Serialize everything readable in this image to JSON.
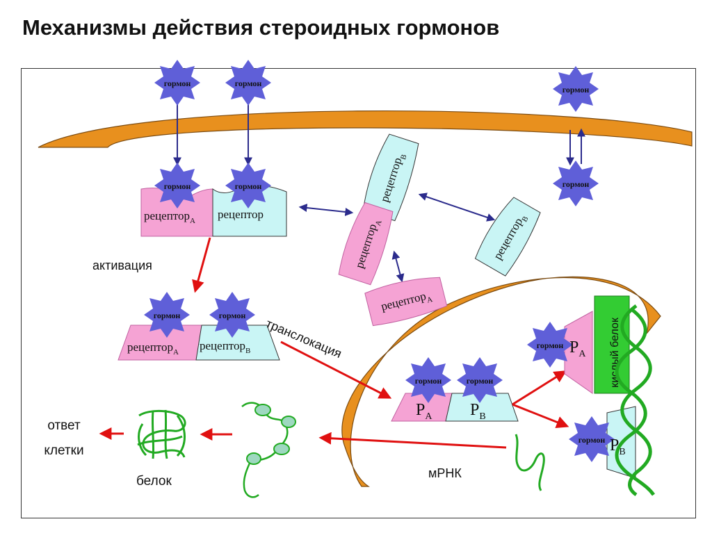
{
  "title": "Механизмы действия стероидных гормонов",
  "labels": {
    "hormone": "гормон",
    "receptor": "рецептор",
    "receptor_letter": "рецептор",
    "sub_a": "A",
    "sub_b": "B",
    "p": "P",
    "activation": "активация",
    "translocation": "транслокация",
    "acidic_protein": "кислый белок",
    "response_line1": "ответ",
    "response_line2": "клетки",
    "protein": "белок",
    "mrna": "мРНК"
  },
  "colors": {
    "membrane": "#E8901E",
    "hormone": "#5F5FD8",
    "receptor_a": "#F5A3D4",
    "receptor_b": "#C9F5F5",
    "arrow_red": "#E01010",
    "arrow_blue": "#2B2B8C",
    "protein_green": "#22AA22",
    "acid_green": "#33CC33"
  }
}
